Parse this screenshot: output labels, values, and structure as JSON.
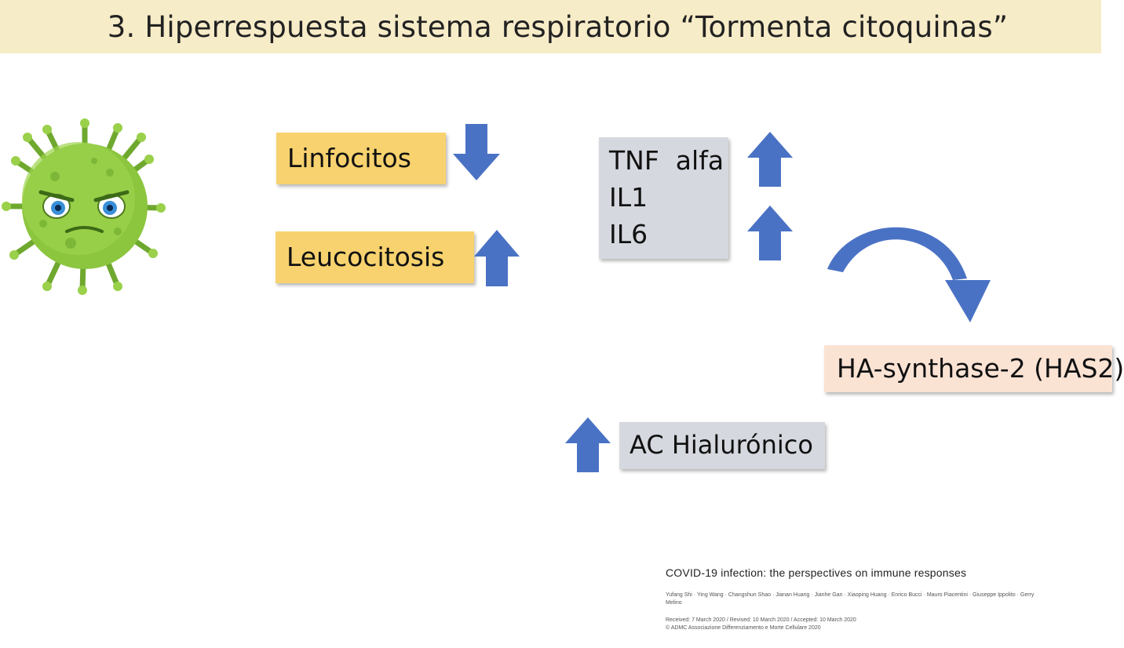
{
  "slide": {
    "title": "3. Hiperrespuesta sistema respiratorio “Tormenta citoquinas”"
  },
  "boxes": {
    "linfocitos": "Linfocitos",
    "leucocitosis": "Leucocitosis",
    "cytokines": [
      "TNF  alfa",
      "IL1",
      "IL6"
    ],
    "has2": "HA-synthase-2 (HAS2)",
    "hialuronico": "AC Hialurónico"
  },
  "arrows": {
    "linfocitos": "down",
    "leucocitosis": "up",
    "tnf_alfa": "up",
    "il6": "up",
    "hialuronico": "up",
    "curved_to_has2": "curved-down-right"
  },
  "reference": {
    "title": "COVID-19 infection: the perspectives on immune responses",
    "authors": "Yufang Shi · Ying Wang · Changshun Shao · Jianan Huang · Jianhe Gan · Xiaoping Huang · Enrico Bucci · Mauro Piacentini · Giuseppe Ippolito · Gerry Melino",
    "dates": "Received: 7 March 2020 / Revised: 10 March 2020 / Accepted: 10 March 2020",
    "copyright": "© ADMC Associazione Differenziamento e Morte Cellulare 2020"
  },
  "colors": {
    "title_bg": "#f7ecc8",
    "yellow_box": "#f7d26e",
    "grey_box": "#d5d8de",
    "peach_box": "#fbe3d4",
    "arrow_blue": "#4a72c4",
    "virus_green": "#8cc63f"
  },
  "icons": [
    "virus-icon"
  ]
}
